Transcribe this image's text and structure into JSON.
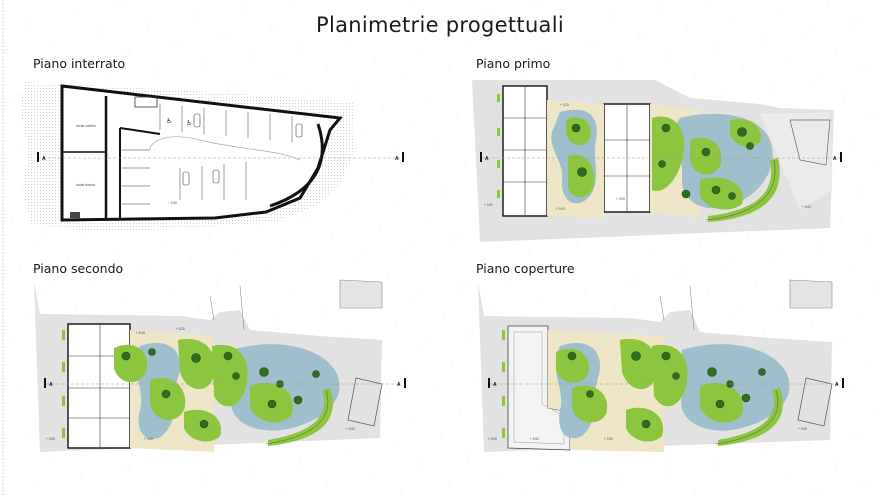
{
  "title": "Planimetrie progettuali",
  "panels": [
    {
      "label": "Piano interrato"
    },
    {
      "label": "Piano primo"
    },
    {
      "label": "Piano secondo"
    },
    {
      "label": "Piano coperture"
    }
  ],
  "section_marker": "A",
  "basement_labels": {
    "room_a": "locale cantina",
    "room_b": "locale tecnico",
    "level": "− 3.50"
  },
  "levels": {
    "first": [
      "+ 3.20",
      "+ 0.00",
      "+ 0.00",
      "+ 0.00",
      "+ 0.00"
    ],
    "second": [
      "+ 6.40",
      "+ 3.20",
      "+ 0.00",
      "+ 0.00",
      "+ 0.00"
    ],
    "roof": [
      "+ 0.00",
      "+ 9.60",
      "+ 0.00",
      "+ 0.00"
    ]
  },
  "colors": {
    "background": "#ffffff",
    "grass": "#8cc63f",
    "grass_dark": "#6fae2a",
    "tree": "#2f6d22",
    "tree_dark": "#1f4f15",
    "water": "#9fbfcc",
    "paving": "#d9d9d9",
    "paving_light": "#e8e8e8",
    "deck": "#efe6c8",
    "wall": "#111111"
  }
}
